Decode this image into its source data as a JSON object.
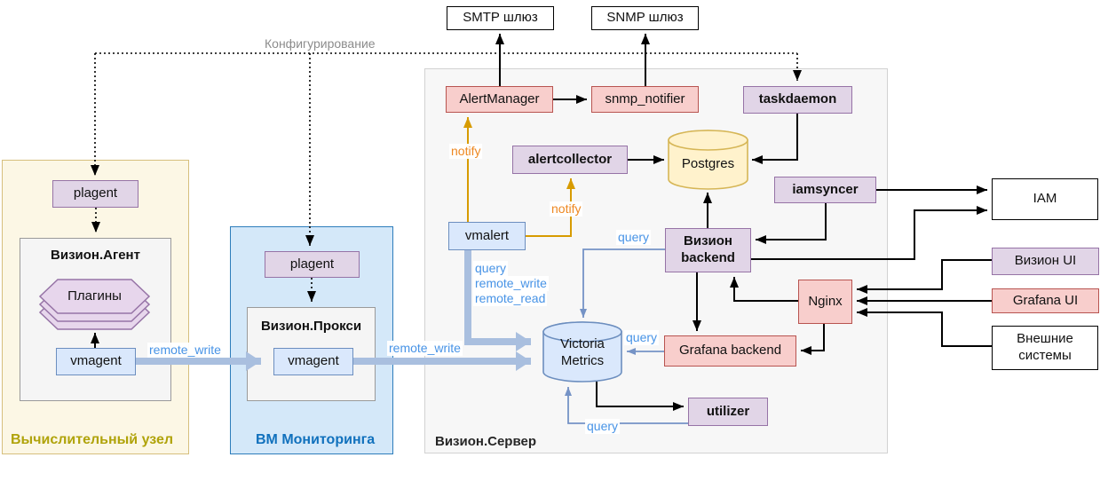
{
  "diagram": {
    "title": "Конфигурирование",
    "containers": {
      "compute_node": {
        "label": "Вычислительный узел"
      },
      "vm_monitoring": {
        "label": "ВМ Мониторинга"
      },
      "vision_server": {
        "label": "Визион.Сервер"
      }
    },
    "groups": {
      "vision_agent": {
        "label": "Визион.Агент"
      },
      "vision_proxy": {
        "label": "Визион.Прокси"
      }
    },
    "nodes": {
      "smtp_gateway": {
        "label": "SMTP шлюз"
      },
      "snmp_gateway": {
        "label": "SNMP шлюз"
      },
      "alertmanager": {
        "label": "AlertManager"
      },
      "snmp_notifier": {
        "label": "snmp_notifier"
      },
      "taskdaemon": {
        "label": "taskdaemon"
      },
      "alertcollector": {
        "label": "alertcollector"
      },
      "postgres": {
        "label": "Postgres"
      },
      "iamsyncer": {
        "label": "iamsyncer"
      },
      "vision_backend": {
        "label": "Визион backend"
      },
      "vmalert": {
        "label": "vmalert"
      },
      "nginx": {
        "label": "Nginx"
      },
      "victoria_metrics": {
        "label": "Victoria Metrics"
      },
      "grafana_backend": {
        "label": "Grafana backend"
      },
      "utilizer": {
        "label": "utilizer"
      },
      "plagent_left": {
        "label": "plagent"
      },
      "plagent_mid": {
        "label": "plagent"
      },
      "plugins": {
        "label": "Плагины"
      },
      "vmagent_left": {
        "label": "vmagent"
      },
      "vmagent_mid": {
        "label": "vmagent"
      },
      "iam": {
        "label": "IAM"
      },
      "vision_ui": {
        "label": "Визион UI"
      },
      "grafana_ui": {
        "label": "Grafana UI"
      },
      "external_systems": {
        "label": "Внешние системы"
      }
    },
    "edge_labels": {
      "configuration": "Конфигурирование",
      "notify_alertmanager": "notify",
      "notify_alertcollector": "notify",
      "remote_write_agent": "remote_write",
      "remote_write_proxy": "remote_write",
      "vmalert_query": "query",
      "vmalert_remote_write": "remote_write",
      "vmalert_remote_read": "remote_read",
      "query_backend": "query",
      "query_grafana": "query",
      "query_utilizer": "query"
    },
    "colors": {
      "purple_fill": "#e1d5e7",
      "purple_border": "#9673a6",
      "pink_fill": "#f8cecc",
      "pink_border": "#b85450",
      "blue_fill": "#dae8fc",
      "blue_border": "#6c8ebf",
      "db_yellow_fill": "#fff2cc",
      "db_yellow_border": "#d6b656",
      "container_yellow_fill": "#fcf7e5",
      "container_yellow_border": "#d6bf7d",
      "container_yellow_label": "#b0a30a",
      "container_blue_fill": "#d4e8f9",
      "container_blue_border": "#2d7dbb",
      "container_blue_label": "#1171bd",
      "server_fill": "#f7f7f7",
      "server_border": "#d2d2d2",
      "edge_black": "#000000",
      "edge_orange": "#d79b00",
      "label_orange": "#ee8822",
      "edge_blue": "#7593c6",
      "label_blue": "#4793e6",
      "thick_arrow": "#a9bfdf",
      "config_label_gray": "#8c8c8c"
    }
  }
}
